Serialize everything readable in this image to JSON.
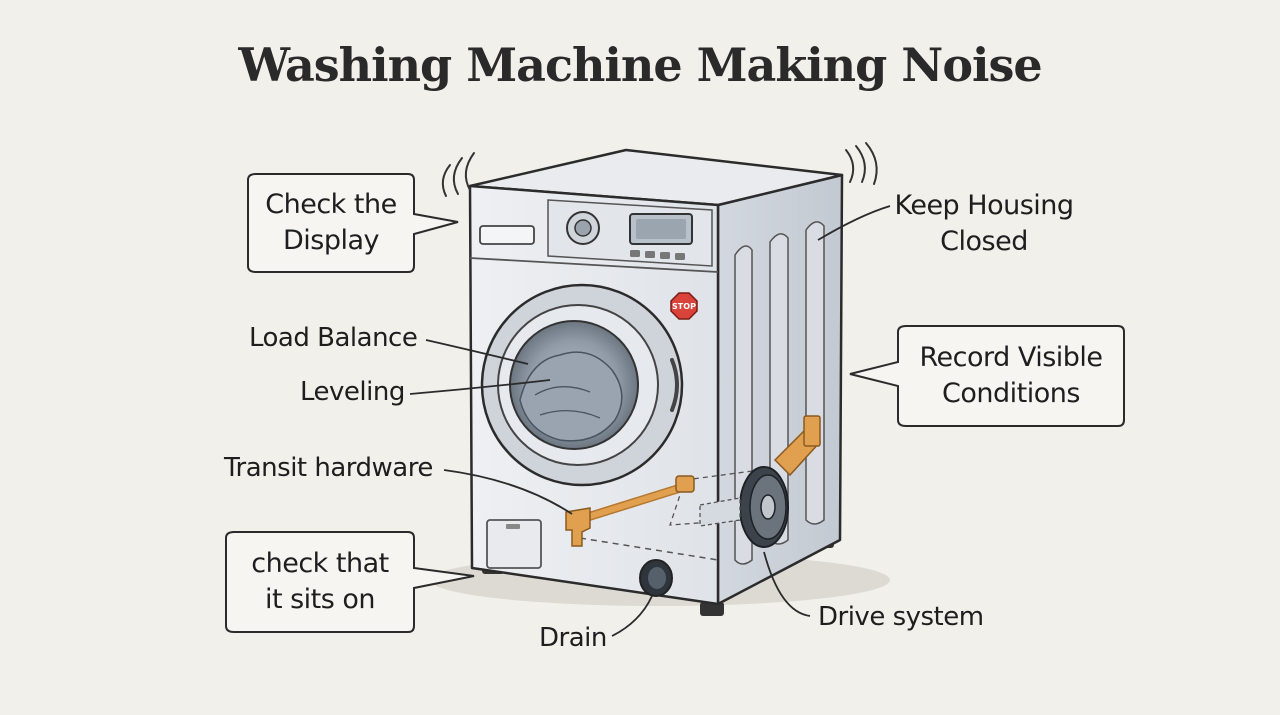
{
  "title": "Washing Machine Making Noise",
  "stop_sign_text": "STOP",
  "callouts": {
    "check_display": [
      "Check the",
      "Display"
    ],
    "keep_housing": [
      "Keep Housing",
      "Closed"
    ],
    "record_conditions": [
      "Record Visible",
      "Conditions"
    ],
    "check_sits": [
      "check that",
      "it sits on"
    ]
  },
  "labels": {
    "load_balance": "Load Balance",
    "leveling": "Leveling",
    "transit_hardware": "Transit hardware",
    "drain": "Drain",
    "drive_system": "Drive system"
  },
  "colors": {
    "background": "#f1f0eb",
    "outline": "#2b2b2b",
    "machine_body": "#e4e7ec",
    "machine_shade": "#c9ced6",
    "bracket": "#e0a050",
    "stop_sign": "#d9433a"
  }
}
